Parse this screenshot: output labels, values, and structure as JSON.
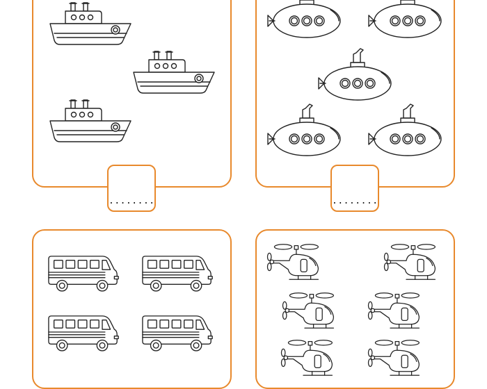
{
  "worksheet": {
    "answer_blank": "........",
    "panels": [
      {
        "id": "ships",
        "icon": "ship-icon",
        "count": 3
      },
      {
        "id": "submarines",
        "icon": "submarine-icon",
        "count": 5
      },
      {
        "id": "buses",
        "icon": "bus-icon",
        "count": 4
      },
      {
        "id": "helicopters",
        "icon": "helicopter-icon",
        "count": 6
      }
    ],
    "colors": {
      "frame": "#e8892c",
      "line": "#222222",
      "background": "#ffffff"
    }
  }
}
